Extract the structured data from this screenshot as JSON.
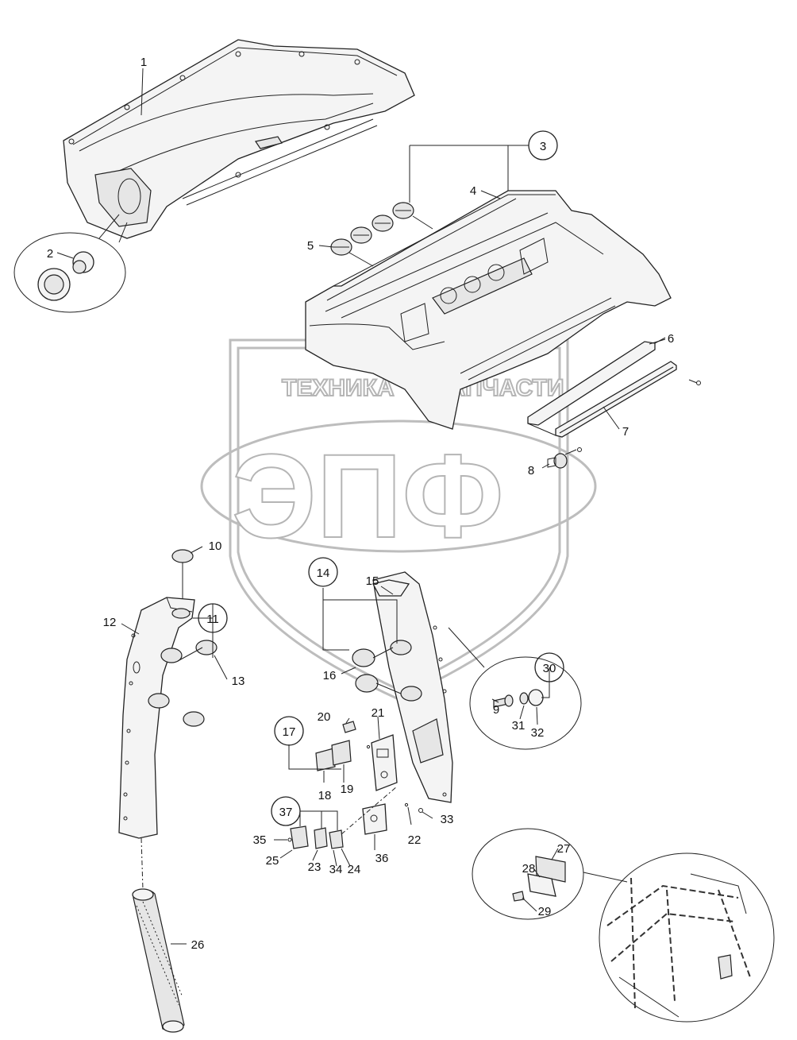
{
  "watermark": {
    "top_text": "ТЕХНИКА",
    "top_text_2": "ЗАПЧАСТИ",
    "big_text": "ЭПФ"
  },
  "callouts": {
    "n1": "1",
    "n2": "2",
    "n3": "3",
    "n4": "4",
    "n5": "5",
    "n6": "6",
    "n7": "7",
    "n8": "8",
    "n9": "9",
    "n10": "10",
    "n11": "11",
    "n12": "12",
    "n13": "13",
    "n14": "14",
    "n15": "15",
    "n16": "16",
    "n17": "17",
    "n18": "18",
    "n19": "19",
    "n20": "20",
    "n21": "21",
    "n22": "22",
    "n23": "23",
    "n24": "24",
    "n25": "25",
    "n26": "26",
    "n27": "27",
    "n28": "28",
    "n29": "29",
    "n30": "30",
    "n31": "31",
    "n32": "32",
    "n33": "33",
    "n34": "34",
    "n35": "35",
    "n36": "36",
    "n37": "37"
  }
}
